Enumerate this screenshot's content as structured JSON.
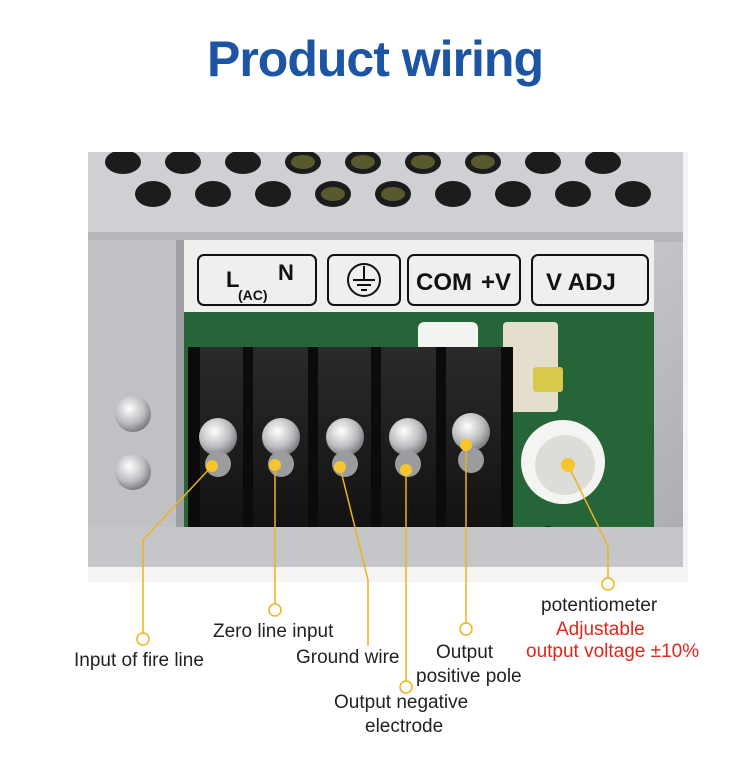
{
  "title": "Product wiring",
  "terminal_cover": {
    "l": "L",
    "n": "N",
    "ac": "(AC)",
    "com": "COM",
    "plus_v": "+V",
    "v_adj": "V ADJ"
  },
  "labels": {
    "fire_line": "Input of fire line",
    "zero_line": "Zero line input",
    "ground_wire": "Ground wire",
    "output_negative_1": "Output  negative",
    "output_negative_2": "electrode",
    "output_positive_1": "Output",
    "output_positive_2": "positive pole",
    "potentiometer_1": "potentiometer",
    "potentiometer_2": "Adjustable",
    "potentiometer_3": "output voltage ±10%"
  },
  "colors": {
    "title": "#1d55a5",
    "callout": "#f0b21c",
    "accent_red": "#e3251b"
  }
}
